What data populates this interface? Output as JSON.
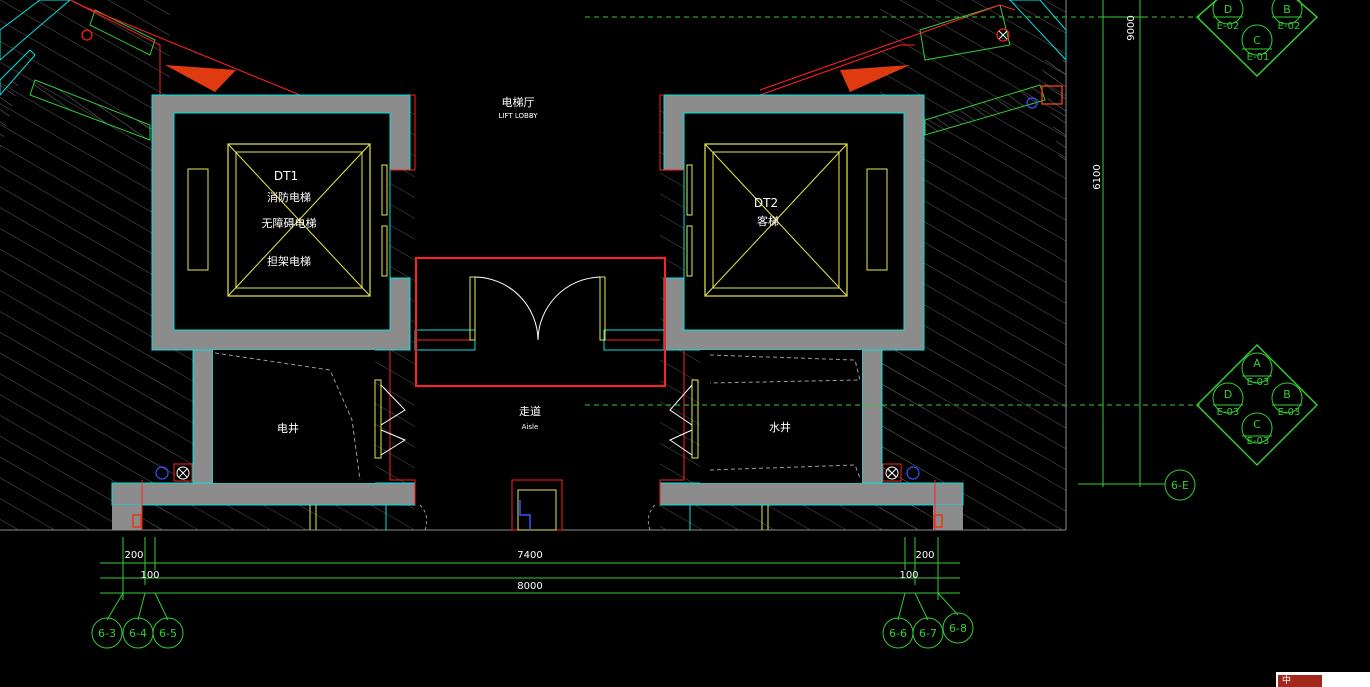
{
  "rooms": {
    "lift_lobby_cn": "电梯厅",
    "lift_lobby_en": "LIFT LOBBY",
    "aisle_cn": "走道",
    "aisle_en": "Aisle",
    "elec_shaft": "电井",
    "water_shaft": "水井"
  },
  "elevators": {
    "dt1": {
      "code": "DT1",
      "line1": "消防电梯",
      "line2": "无障碍电梯",
      "line3": "担架电梯"
    },
    "dt2": {
      "code": "DT2",
      "line1": "客梯"
    }
  },
  "dimensions": {
    "left_200": "200",
    "left_100": "100",
    "span_7400": "7400",
    "right_100": "100",
    "right_200": "200",
    "span_8000": "8000",
    "vert_9000": "9000",
    "vert_6100": "6100"
  },
  "grid_bubbles": {
    "b1": "6-3",
    "b2": "6-4",
    "b3": "6-5",
    "b4": "6-6",
    "b5": "6-7",
    "b6": "6-8",
    "b7": "6-E"
  },
  "section_tags": {
    "top": {
      "top": "D",
      "right": "B",
      "left_code": "E-02",
      "right_code": "E-02",
      "bottom": "C",
      "bottom_code": "E-01"
    },
    "mid": {
      "top": "A",
      "top_code": "E-03",
      "left": "D",
      "right": "B",
      "left_code": "E-03",
      "right_code": "E-03",
      "bottom": "C",
      "bottom_code": "E-03"
    }
  },
  "colors": {
    "background": "#000000",
    "wall_fill": "#8c8c8c",
    "cyan": "#00e5e5",
    "yellow": "#e8e84a",
    "green": "#33cc33",
    "red": "#ff2020",
    "hatch": "#5a5a5a",
    "orange": "#e03a10"
  },
  "corner_tab": "中"
}
